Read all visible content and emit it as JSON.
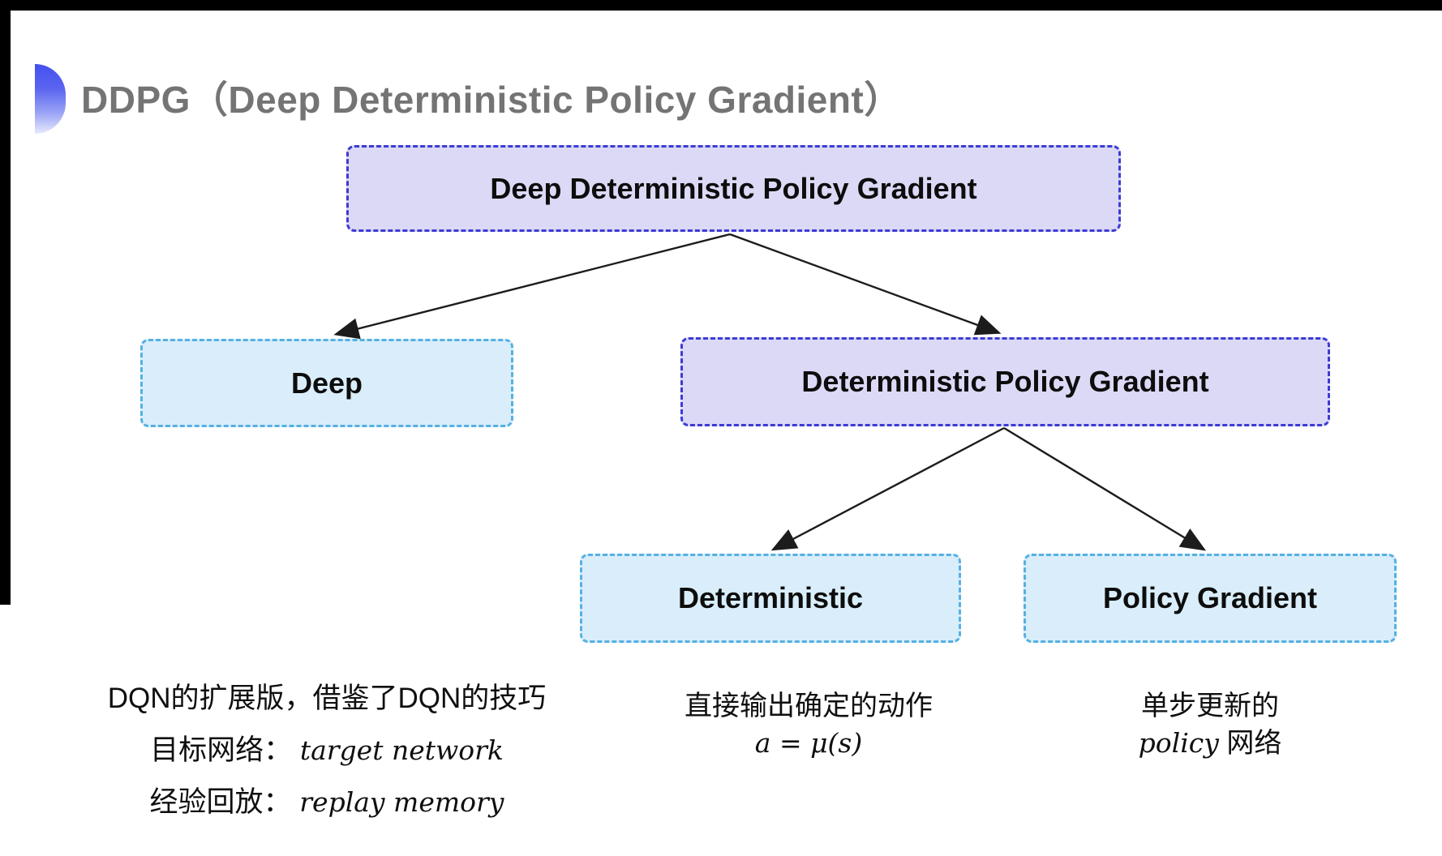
{
  "slide": {
    "title": "DDPG（Deep Deterministic Policy Gradient）"
  },
  "nodes": [
    {
      "id": "ddpg",
      "label": "Deep Deterministic Policy Gradient",
      "variant": "purple"
    },
    {
      "id": "deep",
      "label": "Deep",
      "variant": "cyan"
    },
    {
      "id": "dpg",
      "label": "Deterministic Policy Gradient",
      "variant": "purple"
    },
    {
      "id": "deterministic",
      "label": "Deterministic",
      "variant": "cyan"
    },
    {
      "id": "policy_gradient",
      "label": "Policy Gradient",
      "variant": "cyan"
    }
  ],
  "edges": [
    {
      "from": "ddpg",
      "to": "deep"
    },
    {
      "from": "ddpg",
      "to": "dpg"
    },
    {
      "from": "dpg",
      "to": "deterministic"
    },
    {
      "from": "dpg",
      "to": "policy_gradient"
    }
  ],
  "notes": {
    "deep": {
      "line1": "DQN的扩展版，借鉴了DQN的技巧",
      "line2_label": "目标网络：",
      "line2_term": "target network",
      "line3_label": "经验回放：",
      "line3_term": "replay memory"
    },
    "deterministic": {
      "line1": "直接输出确定的动作",
      "formula": "a = μ(s)"
    },
    "policy_gradient": {
      "line1": "单步更新的",
      "term": "policy",
      "suffix": " 网络"
    }
  },
  "colors": {
    "purple_fill": "#dcd9f6",
    "purple_border": "#3c3bd3",
    "cyan_fill": "#d9eefa",
    "cyan_border": "#55b0e4",
    "title_gray": "#747474",
    "arrow": "#1c1c1c",
    "bullet_gradient_top": "#4450ee",
    "bullet_gradient_bottom": "#e6eafc",
    "edge_bar": "#000000"
  }
}
